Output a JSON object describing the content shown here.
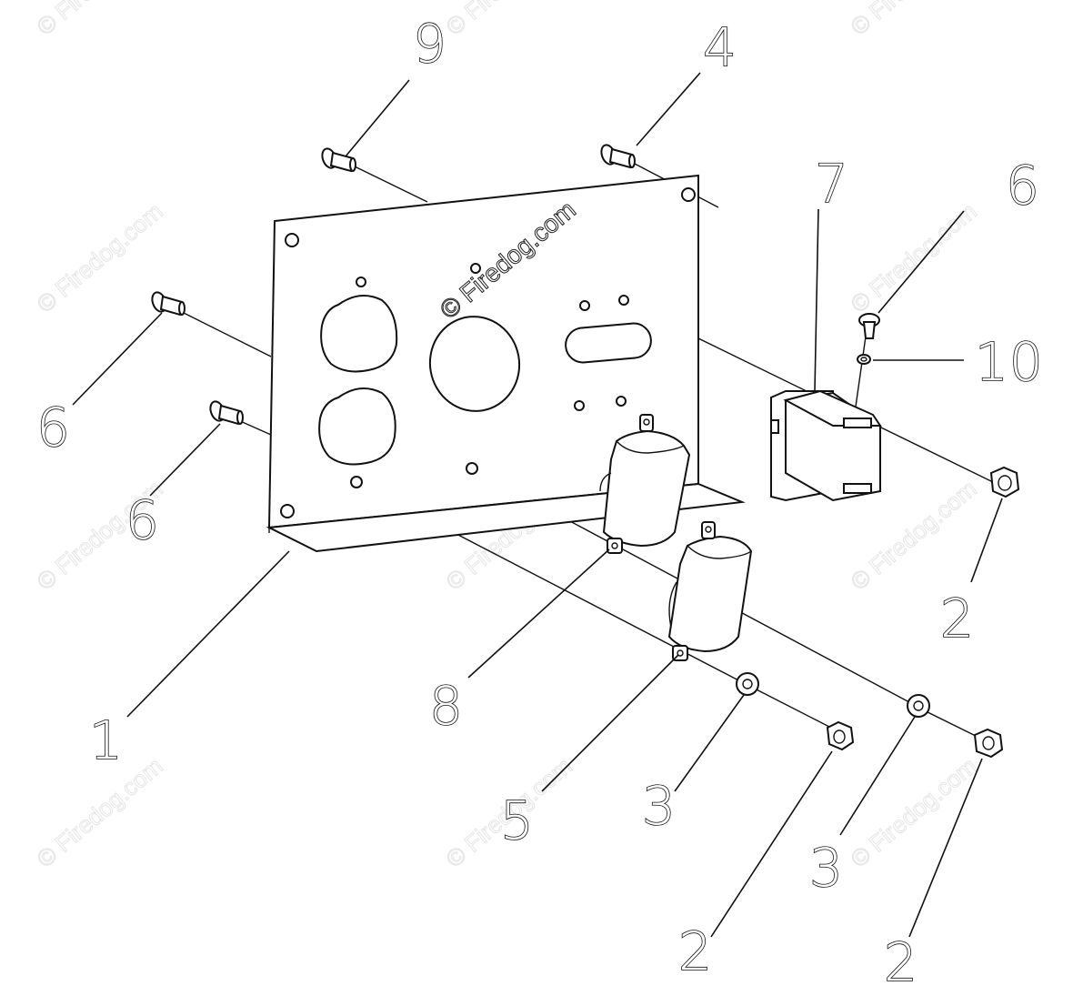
{
  "callouts": {
    "c1": "1",
    "c2a": "2",
    "c2b": "2",
    "c2c": "2",
    "c3a": "3",
    "c3b": "3",
    "c4": "4",
    "c5": "5",
    "c6a": "6",
    "c6b": "6",
    "c6c": "6",
    "c7": "7",
    "c8": "8",
    "c9": "9",
    "c10": "10"
  },
  "watermark": {
    "main": "© Firedog.com",
    "repeat": "© Firedog.com"
  },
  "colors": {
    "line": "#111111",
    "background": "#ffffff",
    "watermark": "#e6e6e6"
  }
}
